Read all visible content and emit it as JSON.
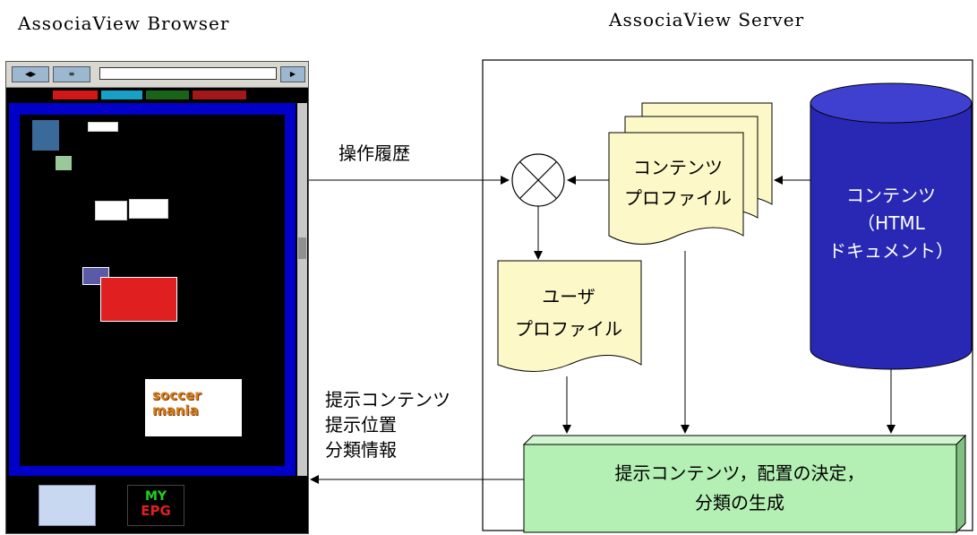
{
  "browser_title": "AssociaView Browser",
  "server_title": "AssociaView Server",
  "operation_history": "操作履歴",
  "presented_info": [
    "提示コンテンツ",
    "提示位置",
    "分類情報"
  ],
  "content_profile": [
    "コンテンツ",
    "プロファイル"
  ],
  "content_db": [
    "コンテンツ",
    "（HTML",
    "ドキュメント）"
  ],
  "user_profile": [
    "ユーザ",
    "プロファイル"
  ],
  "decision": [
    "提示コンテンツ，配置の決定，",
    "分類の生成"
  ],
  "browser_ui": {
    "soccer_text": [
      "soccer",
      "mania"
    ],
    "epg_text": [
      "MY",
      "EPG"
    ]
  },
  "colors": {
    "db_fill": "#2828b4",
    "profile_fill": "#fdf8c8",
    "decision_fill": "#b4f0b4",
    "browser_frame": "#0000c8"
  }
}
